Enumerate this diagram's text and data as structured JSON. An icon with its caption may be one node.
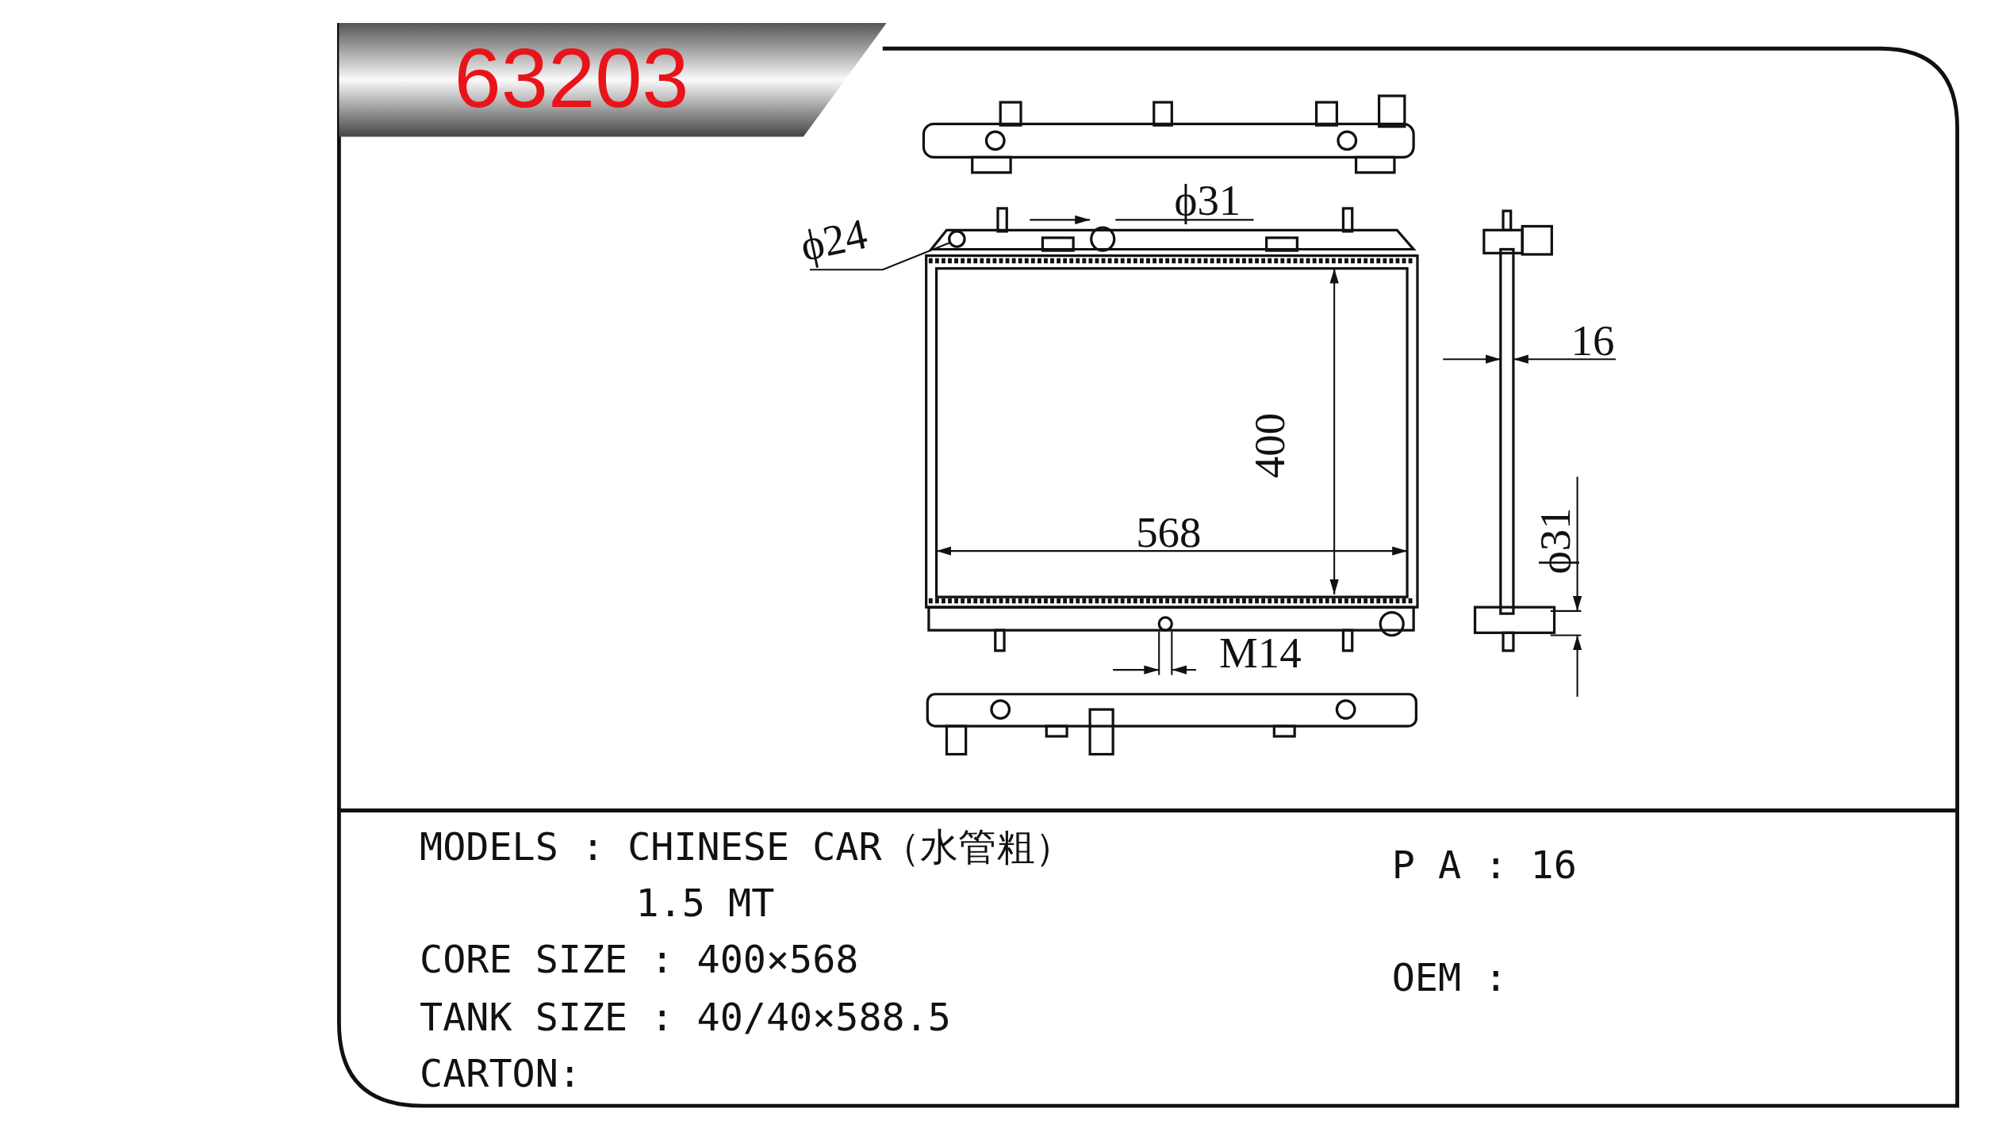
{
  "diagram": {
    "title": "63203",
    "labels": [
      "ϕ31",
      "ϕ24",
      "16",
      "400",
      "ϕ31",
      "568",
      "M14",
      "MODELS : CHINESE CAR（水管粗）",
      "1.5 MT",
      "CORE SIZE : 400×568",
      "TANK SIZE : 40/40×588.5",
      "CARTON:",
      "P A : 16",
      "OEM :"
    ]
  }
}
